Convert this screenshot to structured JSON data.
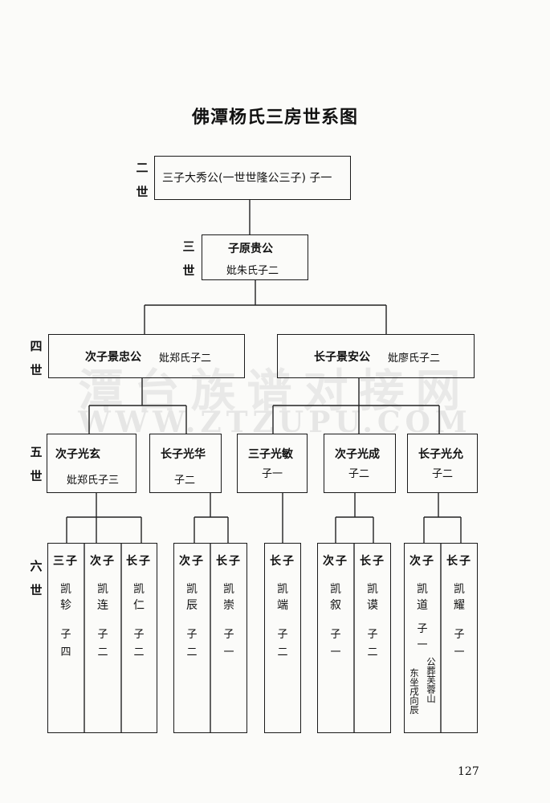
{
  "title": "佛潭杨氏三房世系图",
  "generations": {
    "g2": [
      "二",
      "世"
    ],
    "g3": [
      "三",
      "世"
    ],
    "g4": [
      "四",
      "世"
    ],
    "g5": [
      "五",
      "世"
    ],
    "g6": [
      "六",
      "世"
    ]
  },
  "g2_box": {
    "text": "三子大秀公(一世世隆公三子) 子一"
  },
  "g3_box": {
    "name": "子原贵公",
    "note": "妣朱氏子二"
  },
  "g4": [
    {
      "name": "次子景忠公",
      "note": "妣郑氏子二"
    },
    {
      "name": "长子景安公",
      "note": "妣廖氏子二"
    }
  ],
  "g5": [
    {
      "name": "次子光玄",
      "note": "妣郑氏子三"
    },
    {
      "name": "长子光华",
      "note": "子二"
    },
    {
      "name": "三子光敏",
      "note": "子一"
    },
    {
      "name": "次子光成",
      "note": "子二"
    },
    {
      "name": "长子光允",
      "note": "子二"
    }
  ],
  "g6": [
    {
      "order": [
        "三",
        "子"
      ],
      "name": [
        "凯",
        "轸"
      ],
      "sons": [
        "子",
        "四"
      ]
    },
    {
      "order": [
        "次",
        "子"
      ],
      "name": [
        "凯",
        "连"
      ],
      "sons": [
        "子",
        "二"
      ]
    },
    {
      "order": [
        "长",
        "子"
      ],
      "name": [
        "凯",
        "仁"
      ],
      "sons": [
        "子",
        "二"
      ]
    },
    {
      "order": [
        "次",
        "子"
      ],
      "name": [
        "凯",
        "辰"
      ],
      "sons": [
        "子",
        "二"
      ]
    },
    {
      "order": [
        "长",
        "子"
      ],
      "name": [
        "凯",
        "崇"
      ],
      "sons": [
        "子",
        "一"
      ]
    },
    {
      "order": [
        "长",
        "子"
      ],
      "name": [
        "凯",
        "端"
      ],
      "sons": [
        "子",
        "二"
      ]
    },
    {
      "order": [
        "次",
        "子"
      ],
      "name": [
        "凯",
        "叙"
      ],
      "sons": [
        "子",
        "一"
      ]
    },
    {
      "order": [
        "长",
        "子"
      ],
      "name": [
        "凯",
        "谟"
      ],
      "sons": [
        "子",
        "二"
      ]
    },
    {
      "order": [
        "次",
        "子"
      ],
      "name": [
        "凯",
        "道"
      ],
      "sons": [
        "子",
        "一"
      ],
      "burial": [
        "公葬芙蓉山",
        "东坐戌向辰"
      ]
    },
    {
      "order": [
        "长",
        "子"
      ],
      "name": [
        "凯",
        "耀"
      ],
      "sons": [
        "子",
        "一"
      ]
    }
  ],
  "watermark": {
    "line1": "潭台族谱对接网",
    "line2": "WWW.ZTZUPU.COM"
  },
  "page_number": "127"
}
